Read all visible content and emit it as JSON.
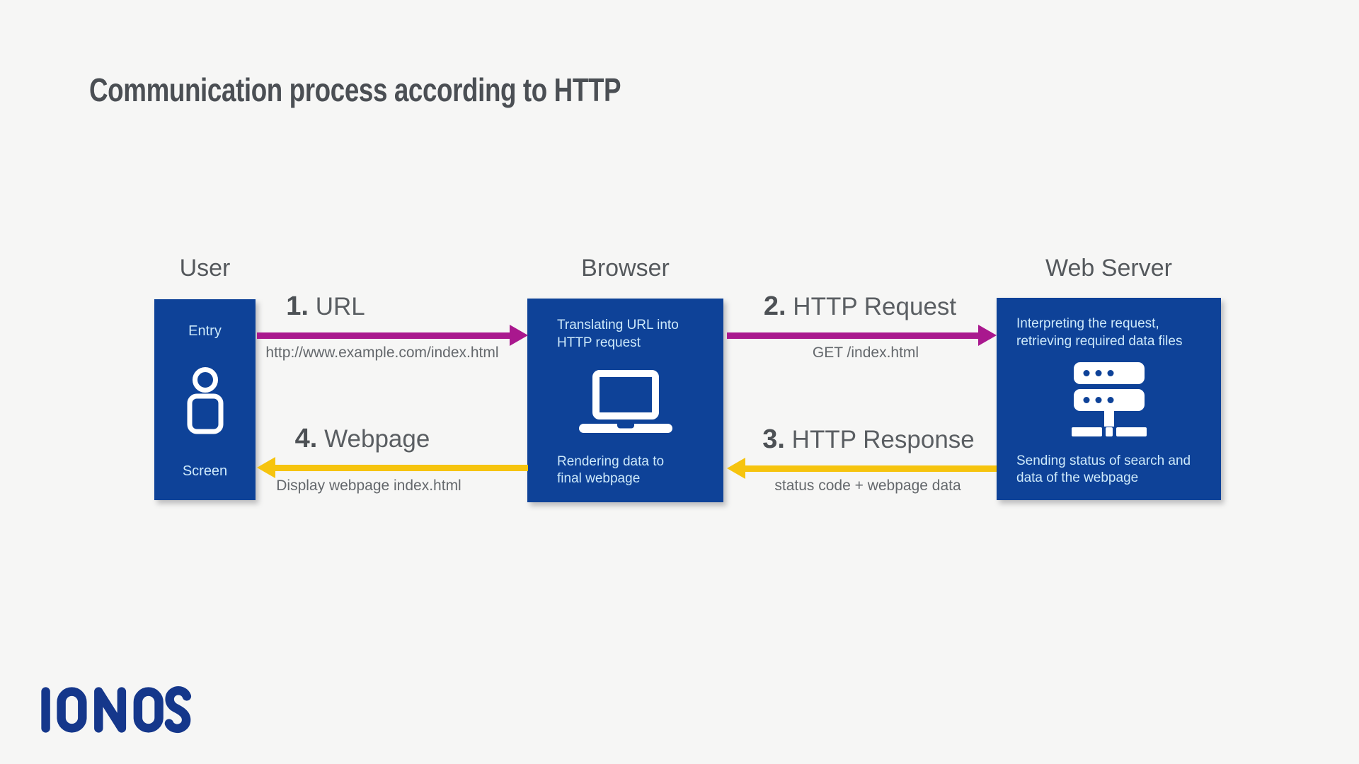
{
  "title": "Communication process according to HTTP",
  "brand": {
    "logo_text": "IONOS",
    "logo_color": "#15378b"
  },
  "colors": {
    "background": "#f6f6f5",
    "box_blue": "#0e4298",
    "box_text_light": "#cde9fa",
    "request_magenta": "#a9188e",
    "response_yellow": "#f6c40e",
    "logo_blue": "#15378b",
    "heading_gray": "#4b4f54",
    "label_gray": "#54585c",
    "sublabel_gray": "#64686c"
  },
  "nodes": {
    "user": {
      "label": "User",
      "top_text": "Entry",
      "bottom_text": "Screen",
      "icon": "person-icon"
    },
    "browser": {
      "label": "Browser",
      "top_lines": [
        "Translating URL into",
        "HTTP request"
      ],
      "bottom_lines": [
        "Rendering data to",
        "final webpage"
      ],
      "icon": "laptop-icon"
    },
    "server": {
      "label": "Web Server",
      "top_lines": [
        "Interpreting the request,",
        "retrieving required data files"
      ],
      "bottom_lines": [
        "Sending status of search and",
        "data of the webpage"
      ],
      "icon": "server-icon"
    }
  },
  "flows": [
    {
      "number": "1.",
      "label": "URL",
      "sublabel": "http://www.example.com/index.html",
      "direction": "right",
      "from": "User",
      "to": "Browser",
      "color": "#a9188e"
    },
    {
      "number": "2.",
      "label": "HTTP Request",
      "sublabel": "GET /index.html",
      "direction": "right",
      "from": "Browser",
      "to": "Web Server",
      "color": "#a9188e"
    },
    {
      "number": "3.",
      "label": "HTTP Response",
      "sublabel": "status code + webpage data",
      "direction": "left",
      "from": "Web Server",
      "to": "Browser",
      "color": "#f6c40e"
    },
    {
      "number": "4.",
      "label": "Webpage",
      "sublabel": "Display webpage index.html",
      "direction": "left",
      "from": "Browser",
      "to": "User",
      "color": "#f6c40e"
    }
  ]
}
